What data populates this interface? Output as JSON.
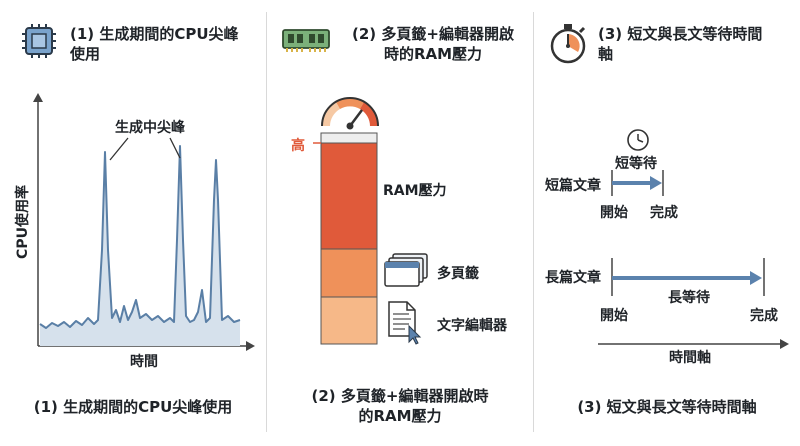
{
  "panels": [
    {
      "title_line1": "(1) 生成期間的CPU尖峰",
      "title_line2": "使用",
      "icon": "cpu-chip-icon",
      "y_axis_label": "CPU使用率",
      "x_axis_label": "時間",
      "annotation": "生成中尖峰",
      "caption": "(1) 生成期間的CPU尖峰使用"
    },
    {
      "title_line1": "(2) 多頁籤+編輯器開啟",
      "title_line2": "時的RAM壓力",
      "icon": "ram-module-icon",
      "gauge_label": "高",
      "segments": [
        {
          "label": "RAM壓力",
          "color": "#e05a3a"
        },
        {
          "label": "多頁籤",
          "color": "#ef915a"
        },
        {
          "label": "文字編輯器",
          "color": "#f6b888"
        }
      ],
      "caption_line1": "(2) 多頁籤+編輯器開啟時",
      "caption_line2": "的RAM壓力"
    },
    {
      "title_line1": "(3) 短文與長文等待時間",
      "title_line2": "軸",
      "icon": "stopwatch-icon",
      "short": {
        "label": "短篇文章",
        "wait": "短等待",
        "start": "開始",
        "end": "完成"
      },
      "long": {
        "label": "長篇文章",
        "wait": "長等待",
        "start": "開始",
        "end": "完成"
      },
      "axis_label": "時間軸",
      "caption": "(3) 短文與長文等待時間軸"
    }
  ],
  "colors": {
    "line": "#5a7fa6",
    "fill": "#d6e1ec",
    "arrow": "#5b82ad",
    "gauge_accent": "#e05a3a"
  }
}
